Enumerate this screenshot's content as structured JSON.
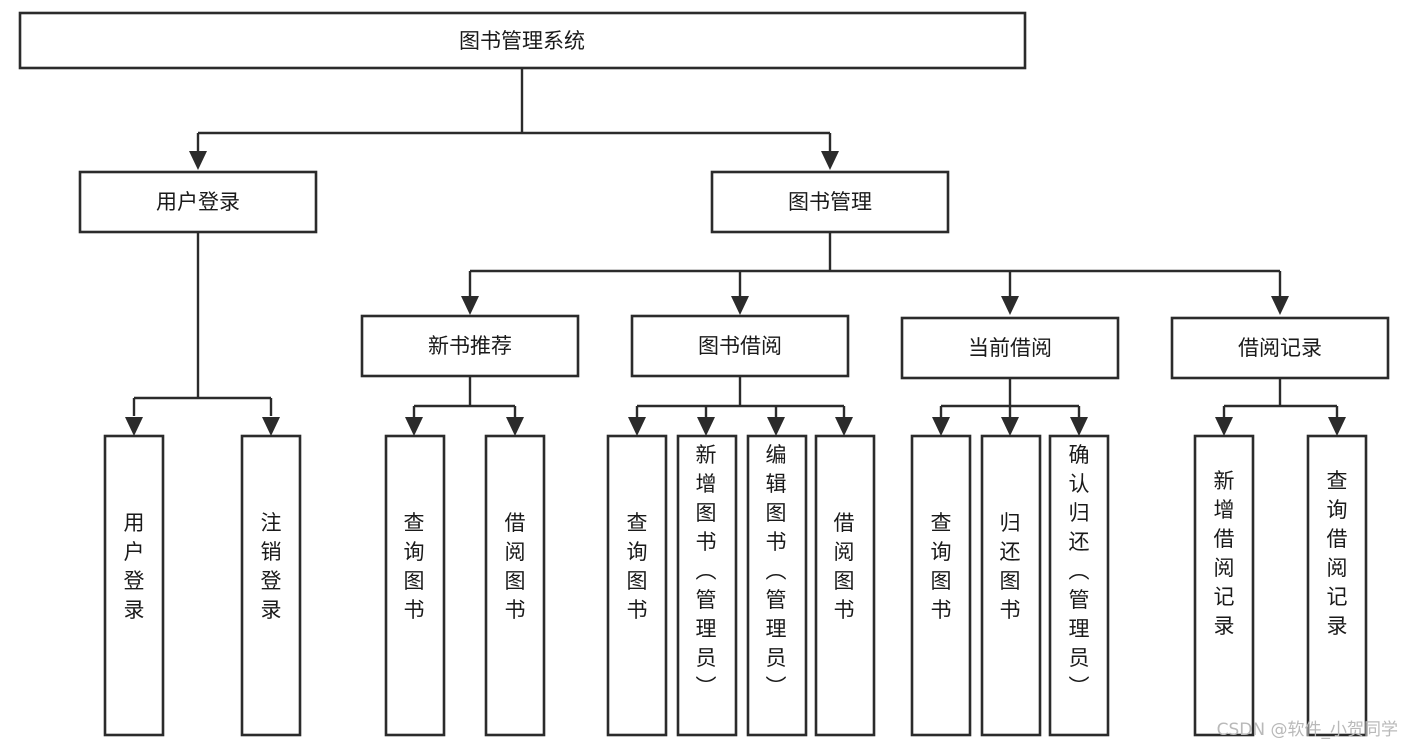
{
  "diagram": {
    "title": "图书管理系统",
    "orientation": "top-down",
    "watermark": "CSDN @软件_小贺同学",
    "colors": {
      "stroke": "#2b2b2b",
      "box_fill": "#ffffff",
      "text": "#1a1a1a",
      "background": "#ffffff",
      "watermark": "#b9b9b9"
    },
    "levels": {
      "level1": [
        "图书管理系统"
      ],
      "level2": [
        "用户登录",
        "图书管理"
      ],
      "level3": [
        "新书推荐",
        "图书借阅",
        "当前借阅",
        "借阅记录"
      ],
      "level4": [
        "用户登录",
        "注销登录",
        "查询图书",
        "借阅图书",
        "查询图书",
        "新增图书（管理员）",
        "编辑图书（管理员）",
        "借阅图书",
        "查询图书",
        "归还图书",
        "确认归还（管理员）",
        "新增借阅记录",
        "查询借阅记录"
      ]
    },
    "nodes": {
      "root": {
        "label": "图书管理系统"
      },
      "user_login": {
        "label": "用户登录"
      },
      "book_manage": {
        "label": "图书管理"
      },
      "new_book_rec": {
        "label": "新书推荐"
      },
      "book_borrow": {
        "label": "图书借阅"
      },
      "current_borrow": {
        "label": "当前借阅"
      },
      "borrow_record": {
        "label": "借阅记录"
      },
      "leaf_user_login": {
        "label": "用户登录"
      },
      "leaf_logout": {
        "label": "注销登录"
      },
      "leaf_query_book_1": {
        "label": "查询图书"
      },
      "leaf_borrow_book_1": {
        "label": "借阅图书"
      },
      "leaf_query_book_2": {
        "label": "查询图书"
      },
      "leaf_add_book_admin": {
        "label": "新增图书（管理员）"
      },
      "leaf_edit_book_admin": {
        "label": "编辑图书（管理员）"
      },
      "leaf_borrow_book_2": {
        "label": "借阅图书"
      },
      "leaf_query_book_3": {
        "label": "查询图书"
      },
      "leaf_return_book": {
        "label": "归还图书"
      },
      "leaf_confirm_return_admin": {
        "label": "确认归还（管理员）"
      },
      "leaf_add_record": {
        "label": "新增借阅记录"
      },
      "leaf_query_record": {
        "label": "查询借阅记录"
      }
    },
    "edges": [
      {
        "from": "图书管理系统",
        "to": "用户登录"
      },
      {
        "from": "图书管理系统",
        "to": "图书管理"
      },
      {
        "from": "用户登录",
        "to": "用户登录"
      },
      {
        "from": "用户登录",
        "to": "注销登录"
      },
      {
        "from": "图书管理",
        "to": "新书推荐"
      },
      {
        "from": "图书管理",
        "to": "图书借阅"
      },
      {
        "from": "图书管理",
        "to": "当前借阅"
      },
      {
        "from": "图书管理",
        "to": "借阅记录"
      },
      {
        "from": "新书推荐",
        "to": "查询图书"
      },
      {
        "from": "新书推荐",
        "to": "借阅图书"
      },
      {
        "from": "图书借阅",
        "to": "查询图书"
      },
      {
        "from": "图书借阅",
        "to": "新增图书（管理员）"
      },
      {
        "from": "图书借阅",
        "to": "编辑图书（管理员）"
      },
      {
        "from": "图书借阅",
        "to": "借阅图书"
      },
      {
        "from": "当前借阅",
        "to": "查询图书"
      },
      {
        "from": "当前借阅",
        "to": "归还图书"
      },
      {
        "from": "当前借阅",
        "to": "确认归还（管理员）"
      },
      {
        "from": "借阅记录",
        "to": "新增借阅记录"
      },
      {
        "from": "借阅记录",
        "to": "查询借阅记录"
      }
    ]
  }
}
